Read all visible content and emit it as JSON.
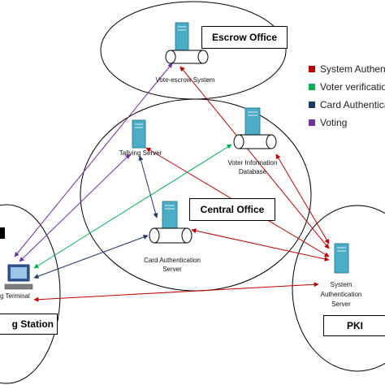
{
  "regions": {
    "escrow_office": "Escrow Office",
    "central_office": "Central Office",
    "pki": "PKI",
    "polling_station": "g Station"
  },
  "nodes": {
    "vote_escrow_system": "Vote-escrow System",
    "tallying_server": "Tallying Server",
    "voter_information_database_line1": "Voter Information",
    "voter_information_database_line2": "Database",
    "card_authentication_server_line1": "Card Authentication",
    "card_authentication_server_line2": "Server",
    "system_authentication_server_line1": "System",
    "system_authentication_server_line2": "Authentication",
    "system_authentication_server_line3": "Server",
    "voting_terminal": "g Terminal"
  },
  "legend": [
    {
      "label": "System Authentication",
      "color": "#c00000"
    },
    {
      "label": "Voter verification",
      "color": "#00b050"
    },
    {
      "label": "Card Authentication",
      "color": "#1f3864"
    },
    {
      "label": "Voting",
      "color": "#7030a0"
    }
  ],
  "colors": {
    "system_authentication": "#c00000",
    "voter_verification": "#00b050",
    "card_authentication": "#1f3864",
    "voting": "#7030a0",
    "server_body": "#4bacc6",
    "server_dark": "#31859c"
  }
}
